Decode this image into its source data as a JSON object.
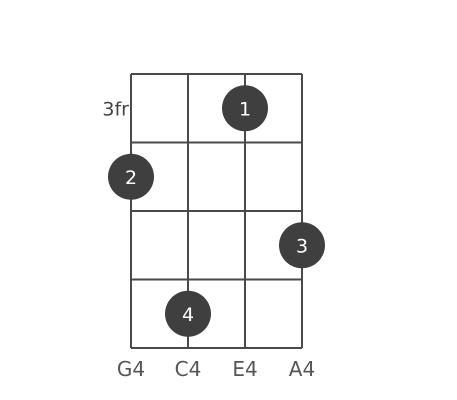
{
  "chord_diagram": {
    "start_fret_label": "3fr",
    "strings": [
      "G4",
      "C4",
      "E4",
      "A4"
    ],
    "fret_count": 4,
    "fingers": [
      {
        "string_index": 2,
        "fret": 1,
        "finger": "1"
      },
      {
        "string_index": 0,
        "fret": 2,
        "finger": "2"
      },
      {
        "string_index": 3,
        "fret": 3,
        "finger": "3"
      },
      {
        "string_index": 1,
        "fret": 4,
        "finger": "4"
      }
    ]
  }
}
